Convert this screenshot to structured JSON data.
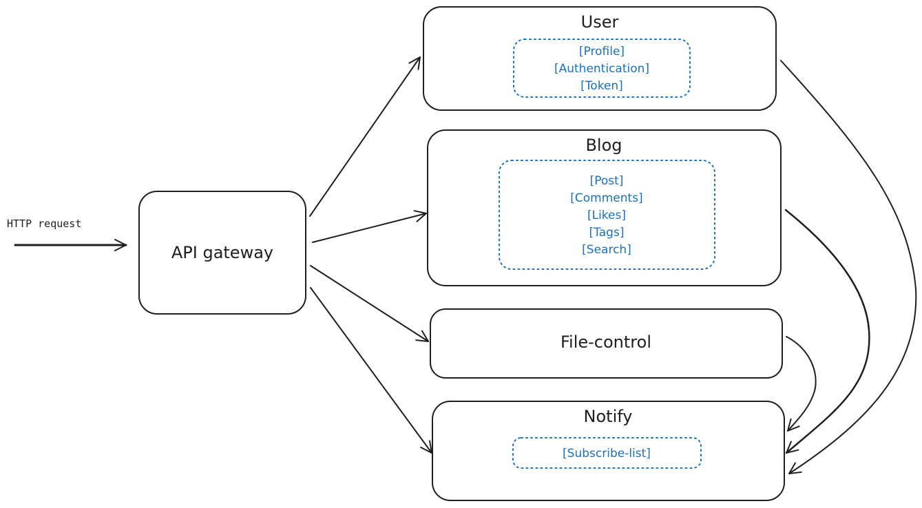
{
  "request_label": "HTTP request",
  "gateway": {
    "label": "API gateway"
  },
  "services": {
    "user": {
      "title": "User",
      "items": [
        "[Profile]",
        "[Authentication]",
        "[Token]"
      ]
    },
    "blog": {
      "title": "Blog",
      "items": [
        "[Post]",
        "[Comments]",
        "[Likes]",
        "[Tags]",
        "[Search]"
      ]
    },
    "file_control": {
      "title": "File-control"
    },
    "notify": {
      "title": "Notify",
      "items": [
        "[Subscribe-list]"
      ]
    }
  },
  "colors": {
    "stroke": "#1e1e1e",
    "accent": "#1971c2",
    "background": "#ffffff"
  }
}
